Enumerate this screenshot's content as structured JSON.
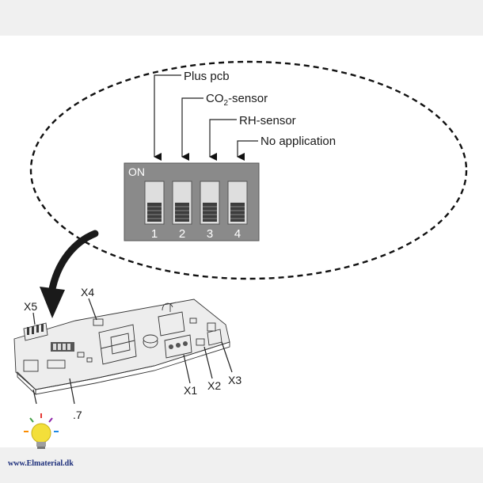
{
  "dip_switch": {
    "on_label": "ON",
    "numbers": [
      "1",
      "2",
      "3",
      "4"
    ]
  },
  "labels": {
    "switch1": "Plus pcb",
    "switch2_prefix": "CO",
    "switch2_sub": "2",
    "switch2_suffix": "-sensor",
    "switch3": "RH-sensor",
    "switch4": "No application"
  },
  "connectors": {
    "x1": "X1",
    "x2": "X2",
    "x3": "X3",
    "x4": "X4",
    "x5": "X5",
    "x7_partial": ".7"
  },
  "logo": {
    "text": "www.Elmaterial.dk",
    "icon": "lightbulb-icon"
  },
  "colors": {
    "background_band": "#ffffff",
    "page": "#f0f0f0",
    "switch_body": "#8a8a8a",
    "switch_slot": "#dedede",
    "logo_text": "#1b2d7a",
    "bulb": "#f3df3a"
  }
}
